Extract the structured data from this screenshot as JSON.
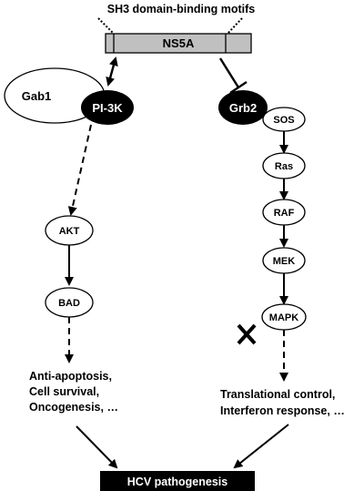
{
  "header": {
    "motif_label": "SH3 domain-binding motifs"
  },
  "protein": {
    "label": "NS5A"
  },
  "nodes": {
    "gab1": "Gab1",
    "pi3k": "PI-3K",
    "grb2": "Grb2",
    "sos": "SOS",
    "ras": "Ras",
    "raf": "RAF",
    "mek": "MEK",
    "mapk": "MAPK",
    "akt": "AKT",
    "bad": "BAD"
  },
  "outcomes": {
    "left": [
      "Anti-apoptosis,",
      "Cell survival,",
      "Oncogenesis, …"
    ],
    "right": [
      "Translational control,",
      "Interferon response, …"
    ]
  },
  "result": {
    "label": "HCV pathogenesis"
  },
  "colors": {
    "foreground": "#000000",
    "protein_fill": "#c0c0c0",
    "background": "#ffffff"
  }
}
